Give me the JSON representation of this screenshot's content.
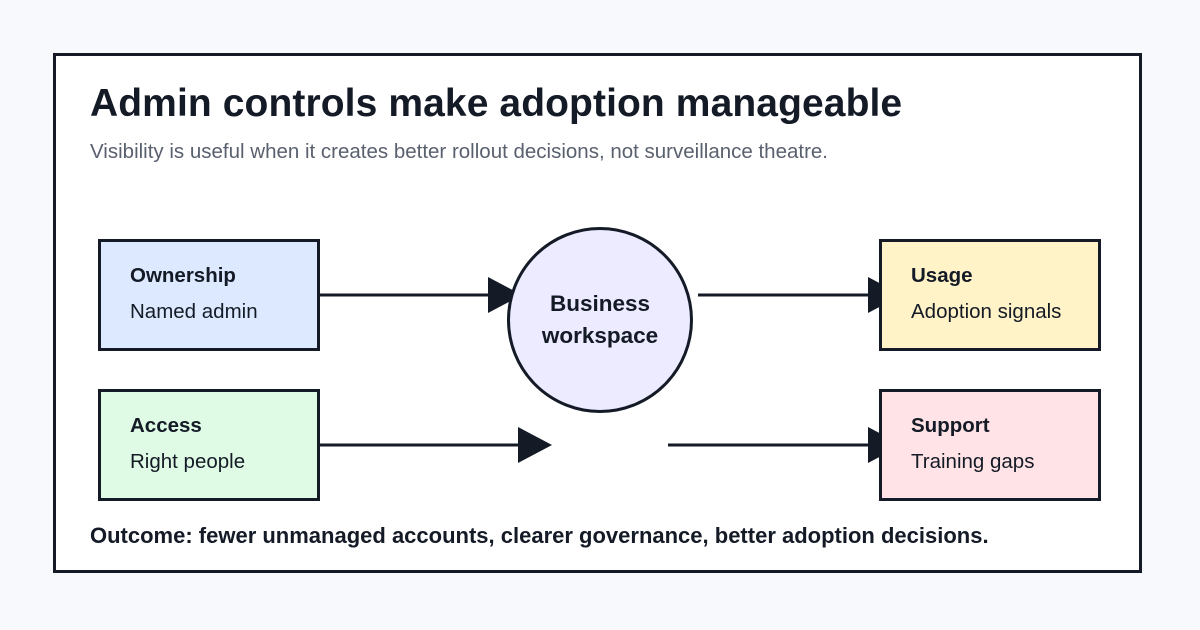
{
  "diagram": {
    "title": "Admin controls make adoption manageable",
    "subtitle": "Visibility is useful when it creates better rollout decisions, not surveillance theatre.",
    "center": {
      "label": "Business workspace"
    },
    "nodes": [
      {
        "id": "ownership",
        "heading": "Ownership",
        "text": "Named admin",
        "color": "#dce9ff",
        "side": "left"
      },
      {
        "id": "access",
        "heading": "Access",
        "text": "Right people",
        "color": "#dffbe6",
        "side": "left"
      },
      {
        "id": "usage",
        "heading": "Usage",
        "text": "Adoption signals",
        "color": "#fff3c7",
        "side": "right"
      },
      {
        "id": "support",
        "heading": "Support",
        "text": "Training gaps",
        "color": "#ffe3e6",
        "side": "right"
      }
    ],
    "center_color": "#ecebff",
    "stroke_color": "#141a26",
    "outcome": "Outcome: fewer unmanaged accounts, clearer governance, better adoption decisions."
  }
}
